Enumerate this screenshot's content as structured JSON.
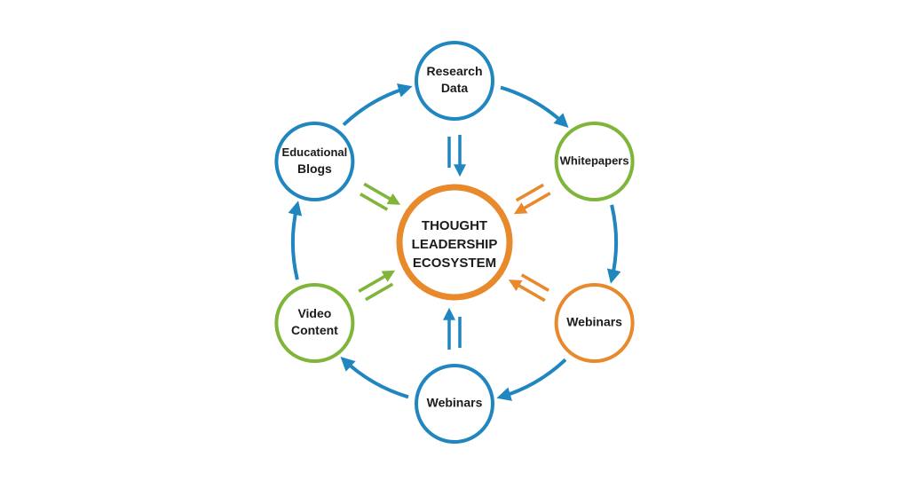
{
  "colors": {
    "blue": "#1f86bf",
    "green": "#7fb539",
    "orange": "#e8892c"
  },
  "center": {
    "lines": [
      "THOUGHT",
      "LEADERSHIP",
      "ECOSYSTEM"
    ],
    "color": "#e8892c"
  },
  "nodes": [
    {
      "id": "research-data",
      "lines": [
        "Research",
        "Data"
      ],
      "color": "#1f86bf"
    },
    {
      "id": "whitepapers",
      "lines": [
        "Whitepapers"
      ],
      "color": "#7fb539"
    },
    {
      "id": "webinars-right",
      "lines": [
        "Webinars"
      ],
      "color": "#e8892c"
    },
    {
      "id": "webinars-bottom",
      "lines": [
        "Webinars"
      ],
      "color": "#1f86bf"
    },
    {
      "id": "video-content",
      "lines": [
        "Video",
        "Content"
      ],
      "color": "#7fb539"
    },
    {
      "id": "educational-blogs",
      "lines": [
        "Educational",
        "Blogs"
      ],
      "color": "#1f86bf"
    }
  ],
  "flow": "clockwise",
  "spoke_colors": [
    "#1f86bf",
    "#e8892c",
    "#e8892c",
    "#1f86bf",
    "#7fb539",
    "#7fb539"
  ]
}
